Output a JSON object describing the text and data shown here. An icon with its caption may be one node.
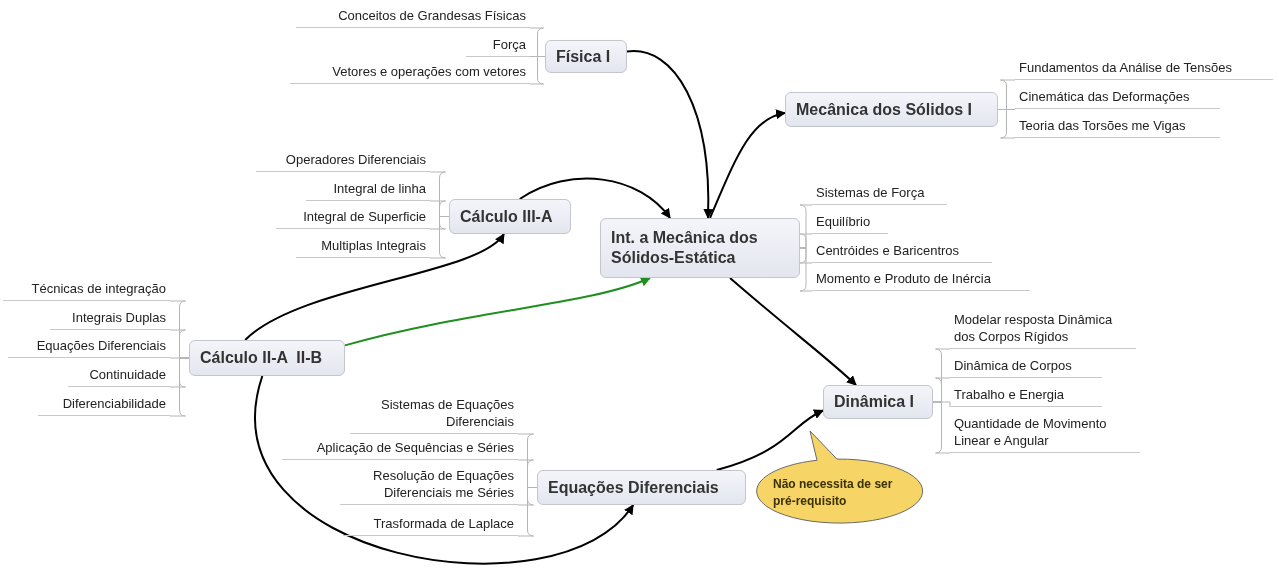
{
  "diagram": {
    "nodes": [
      {
        "text": [
          "Física I"
        ]
      },
      {
        "text": [
          "Mecânica dos Sólidos I"
        ]
      },
      {
        "text": [
          "Cálculo III-A"
        ]
      },
      {
        "text": [
          "Int. a Mecânica dos Sólidos-Estática"
        ]
      },
      {
        "text": [
          "Cálculo II-A  II-B"
        ]
      },
      {
        "text": [
          "Dinâmica I"
        ]
      },
      {
        "text": [
          "Equações Diferenciais"
        ]
      },
      {
        "text": [
          "Não necessita de ser pré-requisito"
        ]
      },
      {
        "text": [
          "Conceitos de Grandesas Físicas"
        ]
      },
      {
        "text": [
          "Força"
        ]
      },
      {
        "text": [
          "Vetores e operações com vetores"
        ]
      },
      {
        "text": [
          "Fundamentos da Análise de Tensões"
        ]
      },
      {
        "text": [
          "Cinemática das Deformações"
        ]
      },
      {
        "text": [
          "Teoria das Torsões me Vigas"
        ]
      },
      {
        "text": [
          "Operadores Diferenciais"
        ]
      },
      {
        "text": [
          "Integral de linha"
        ]
      },
      {
        "text": [
          "Integral de Superficie"
        ]
      },
      {
        "text": [
          "Multiplas Integrais"
        ]
      },
      {
        "text": [
          "Sistemas de Força"
        ]
      },
      {
        "text": [
          "Equilíbrio"
        ]
      },
      {
        "text": [
          "Centróides e Baricentros"
        ]
      },
      {
        "text": [
          "Momento e Produto de Inércia"
        ]
      },
      {
        "text": [
          "Técnicas de integração"
        ]
      },
      {
        "text": [
          "Integrais Duplas"
        ]
      },
      {
        "text": [
          "Equações Diferenciais"
        ]
      },
      {
        "text": [
          "Continuidade"
        ]
      },
      {
        "text": [
          "Diferenciabilidade"
        ]
      },
      {
        "text": [
          "Modelar resposta Dinâmica dos Corpos Rígidos"
        ]
      },
      {
        "text": [
          "Dinâmica de Corpos"
        ]
      },
      {
        "text": [
          "Trabalho e Energia"
        ]
      },
      {
        "text": [
          "Quantidade de Movimento Linear e Angular"
        ]
      },
      {
        "text": [
          "Sistemas de Equações Diferenciais"
        ]
      },
      {
        "text": [
          "Aplicação de Sequências e Séries"
        ]
      },
      {
        "text": [
          "Resolução de Equações Diferenciais me Séries"
        ]
      },
      {
        "text": [
          "Trasformada de Laplace"
        ]
      }
    ],
    "edges": [
      {
        "from": 0,
        "to": 3,
        "arrow": "to",
        "color": "#000000"
      },
      {
        "from": 3,
        "to": 1,
        "arrow": "to",
        "color": "#000000"
      },
      {
        "from": 2,
        "to": 3,
        "arrow": "to",
        "color": "#000000"
      },
      {
        "from": 4,
        "to": 2,
        "arrow": "to",
        "color": "#000000"
      },
      {
        "from": 4,
        "to": 3,
        "arrow": "to",
        "color": "#1f8f1f"
      },
      {
        "from": 4,
        "to": 6,
        "arrow": "to",
        "color": "#000000"
      },
      {
        "from": 3,
        "to": 5,
        "arrow": "to",
        "color": "#000000"
      },
      {
        "from": 6,
        "to": 5,
        "arrow": "to",
        "color": "#000000"
      },
      {
        "from": 0,
        "to": 8,
        "arrow": "none"
      },
      {
        "from": 0,
        "to": 9,
        "arrow": "none"
      },
      {
        "from": 0,
        "to": 10,
        "arrow": "none"
      },
      {
        "from": 1,
        "to": 11,
        "arrow": "none"
      },
      {
        "from": 1,
        "to": 12,
        "arrow": "none"
      },
      {
        "from": 1,
        "to": 13,
        "arrow": "none"
      },
      {
        "from": 2,
        "to": 14,
        "arrow": "none"
      },
      {
        "from": 2,
        "to": 15,
        "arrow": "none"
      },
      {
        "from": 2,
        "to": 16,
        "arrow": "none"
      },
      {
        "from": 2,
        "to": 17,
        "arrow": "none"
      },
      {
        "from": 3,
        "to": 18,
        "arrow": "none"
      },
      {
        "from": 3,
        "to": 19,
        "arrow": "none"
      },
      {
        "from": 3,
        "to": 20,
        "arrow": "none"
      },
      {
        "from": 3,
        "to": 21,
        "arrow": "none"
      },
      {
        "from": 4,
        "to": 22,
        "arrow": "none"
      },
      {
        "from": 4,
        "to": 23,
        "arrow": "none"
      },
      {
        "from": 4,
        "to": 24,
        "arrow": "none"
      },
      {
        "from": 4,
        "to": 25,
        "arrow": "none"
      },
      {
        "from": 4,
        "to": 26,
        "arrow": "none"
      },
      {
        "from": 5,
        "to": 27,
        "arrow": "none"
      },
      {
        "from": 5,
        "to": 28,
        "arrow": "none"
      },
      {
        "from": 5,
        "to": 29,
        "arrow": "none"
      },
      {
        "from": 5,
        "to": 30,
        "arrow": "none"
      },
      {
        "from": 6,
        "to": 31,
        "arrow": "none"
      },
      {
        "from": 6,
        "to": 32,
        "arrow": "none"
      },
      {
        "from": 6,
        "to": 33,
        "arrow": "none"
      },
      {
        "from": 6,
        "to": 34,
        "arrow": "none"
      }
    ]
  }
}
